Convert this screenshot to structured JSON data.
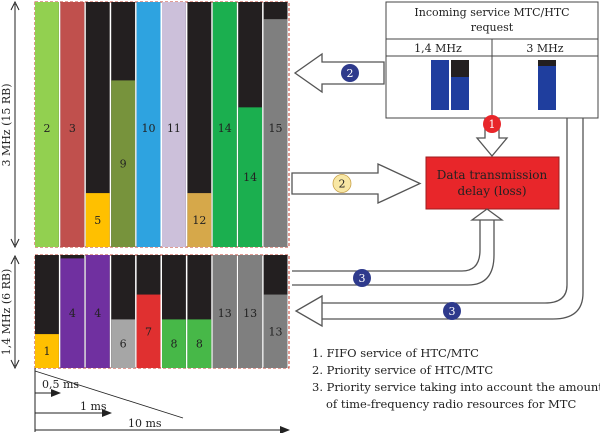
{
  "axes": {
    "upper_band_label": "3 MHz (15 RB)",
    "lower_band_label": "1,4 MHz (6 RB)",
    "t1_label": "0,5 ms",
    "t2_label": "1 ms",
    "t3_label": "10 ms"
  },
  "upper_columns": [
    {
      "label": "2",
      "fill": "#92D050"
    },
    {
      "label": "3",
      "fill": "#C0504D"
    },
    {
      "label": "5",
      "fill": "#FFC000",
      "fill_fraction": 0.22
    },
    {
      "label": "9",
      "fill": "#77933C",
      "fill_fraction": 0.68
    },
    {
      "label": "10",
      "fill": "#2EA3E0"
    },
    {
      "label": "11",
      "fill": "#CCC0DA"
    },
    {
      "label": "12",
      "fill": "#D6A84A",
      "fill_fraction": 0.22
    },
    {
      "label": "14",
      "fill": "#1BAF4F"
    },
    {
      "label": "14",
      "fill": "#1BAF4F",
      "fill_fraction": 0.57
    },
    {
      "label": "15",
      "fill": "#7F7F7F",
      "fill_fraction": 0.93
    }
  ],
  "lower_columns": [
    {
      "label": "1",
      "fill": "#FFC000",
      "fill_fraction": 0.3
    },
    {
      "label": "4",
      "fill": "#7030A0",
      "fill_fraction": 0.97
    },
    {
      "label": "4",
      "fill": "#7030A0"
    },
    {
      "label": "6",
      "fill": "#A6A6A6",
      "fill_fraction": 0.43
    },
    {
      "label": "7",
      "fill": "#E03030",
      "fill_fraction": 0.65
    },
    {
      "label": "8",
      "fill": "#47B848",
      "fill_fraction": 0.43
    },
    {
      "label": "8",
      "fill": "#47B848",
      "fill_fraction": 0.43
    },
    {
      "label": "13",
      "fill": "#7F7F7F"
    },
    {
      "label": "13",
      "fill": "#7F7F7F"
    },
    {
      "label": "13",
      "fill": "#7F7F7F",
      "fill_fraction": 0.65
    }
  ],
  "request_box": {
    "title_line1": "Incoming service MTC/HTC",
    "title_line2": "request",
    "col1": "1,4 MHz",
    "col2": "3 MHz"
  },
  "delay_box": {
    "line1": "Data transmission",
    "line2": "delay (loss)"
  },
  "markers": {
    "m1": "1",
    "m2_upper": "2",
    "m2_lower": "2",
    "m3_upper": "3",
    "m3_lower": "3"
  },
  "legend": {
    "item1": "1. FIFO service of HTC/MTC",
    "item2": "2. Priority service of HTC/MTC",
    "item3_line1": "3. Priority service taking into account the amount",
    "item3_line2": "of time-frequency radio resources for MTC"
  },
  "colors": {
    "dark": "#231F20",
    "navy": "#2E3A8C",
    "red_box": "#E8262A",
    "marker_red": "#E8262A",
    "marker_yellow": "#F8E7A4",
    "border_red": "#C0392B",
    "mini_blue": "#1F3E9E"
  }
}
